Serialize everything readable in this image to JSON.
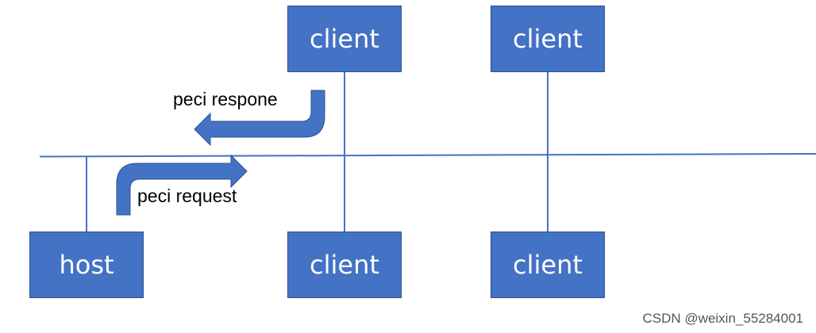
{
  "colors": {
    "node_fill": "#4472c4",
    "line": "#4472c4",
    "text_on_node": "#ffffff"
  },
  "nodes": {
    "top_client_1": "client",
    "top_client_2": "client",
    "host": "host",
    "bottom_client_1": "client",
    "bottom_client_2": "client"
  },
  "labels": {
    "response": "peci respone",
    "request": "peci request"
  },
  "watermark": "CSDN @weixin_55284001"
}
